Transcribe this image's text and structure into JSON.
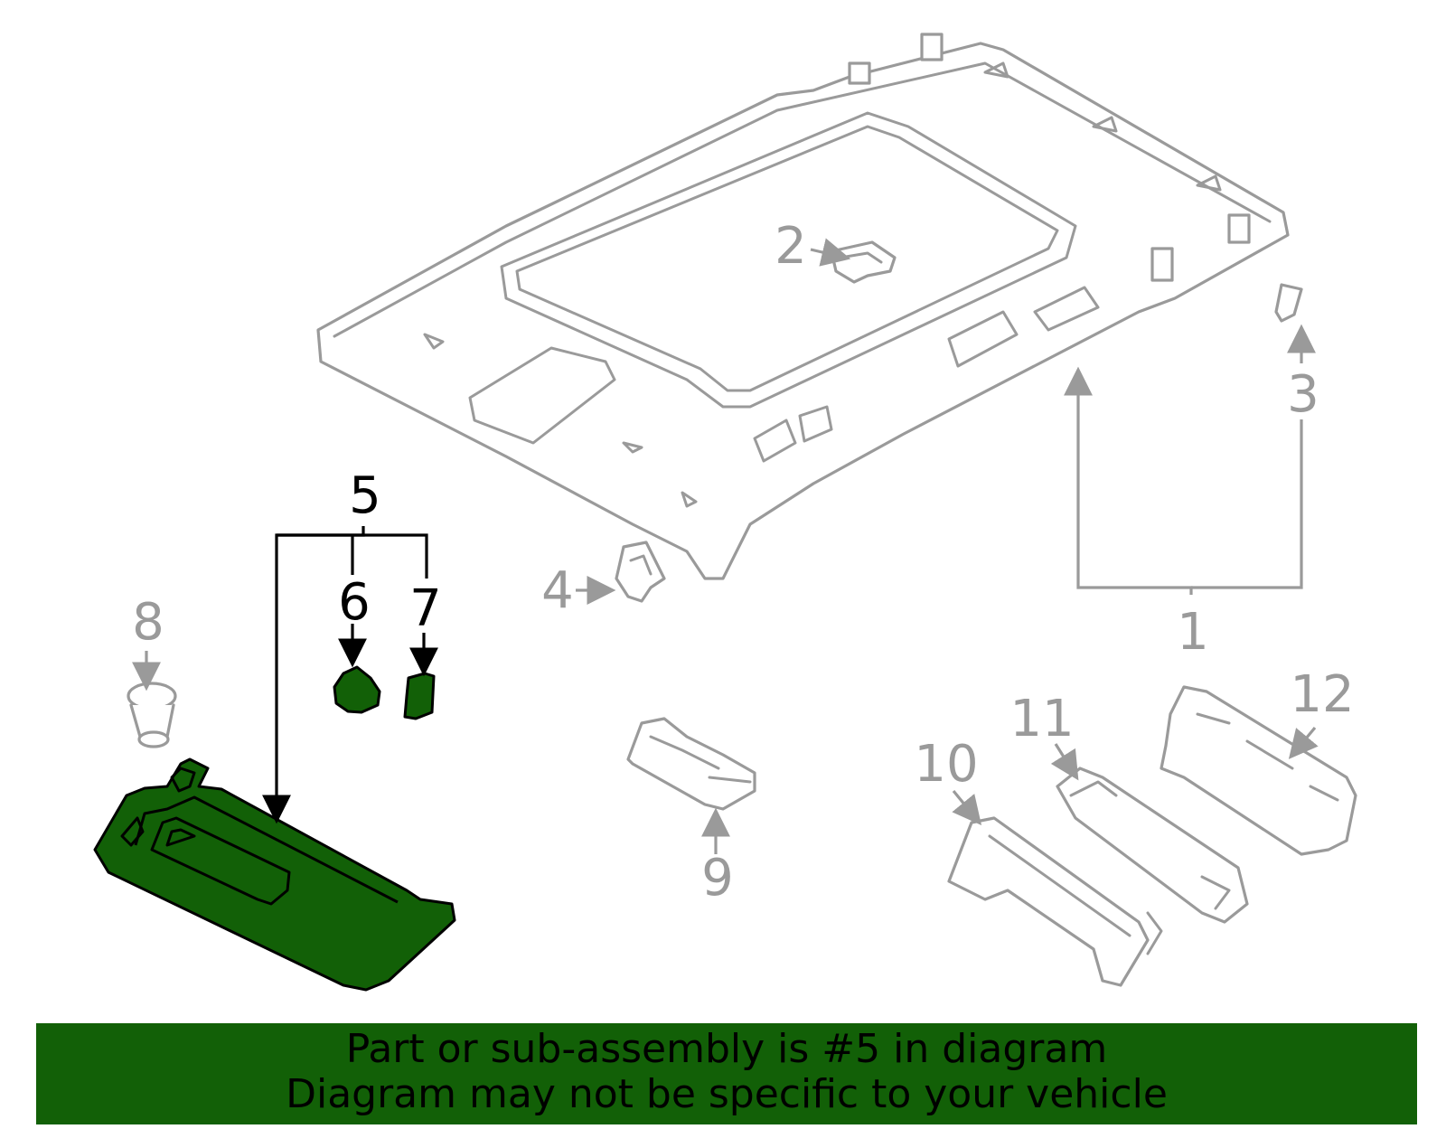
{
  "diagram": {
    "callouts": [
      {
        "id": "1",
        "label": "1",
        "highlighted": false
      },
      {
        "id": "2",
        "label": "2",
        "highlighted": false
      },
      {
        "id": "3",
        "label": "3",
        "highlighted": false
      },
      {
        "id": "4",
        "label": "4",
        "highlighted": false
      },
      {
        "id": "5",
        "label": "5",
        "highlighted": true
      },
      {
        "id": "6",
        "label": "6",
        "highlighted": true
      },
      {
        "id": "7",
        "label": "7",
        "highlighted": true
      },
      {
        "id": "8",
        "label": "8",
        "highlighted": false
      },
      {
        "id": "9",
        "label": "9",
        "highlighted": false
      },
      {
        "id": "10",
        "label": "10",
        "highlighted": false
      },
      {
        "id": "11",
        "label": "11",
        "highlighted": false
      },
      {
        "id": "12",
        "label": "12",
        "highlighted": false
      }
    ],
    "colors": {
      "highlight": "#126007",
      "outline_gray": "#9a9a9a",
      "text_black": "#000000"
    }
  },
  "banner": {
    "line1": "Part or sub-assembly is #5 in diagram",
    "line2": "Diagram may not be specific to your vehicle"
  }
}
